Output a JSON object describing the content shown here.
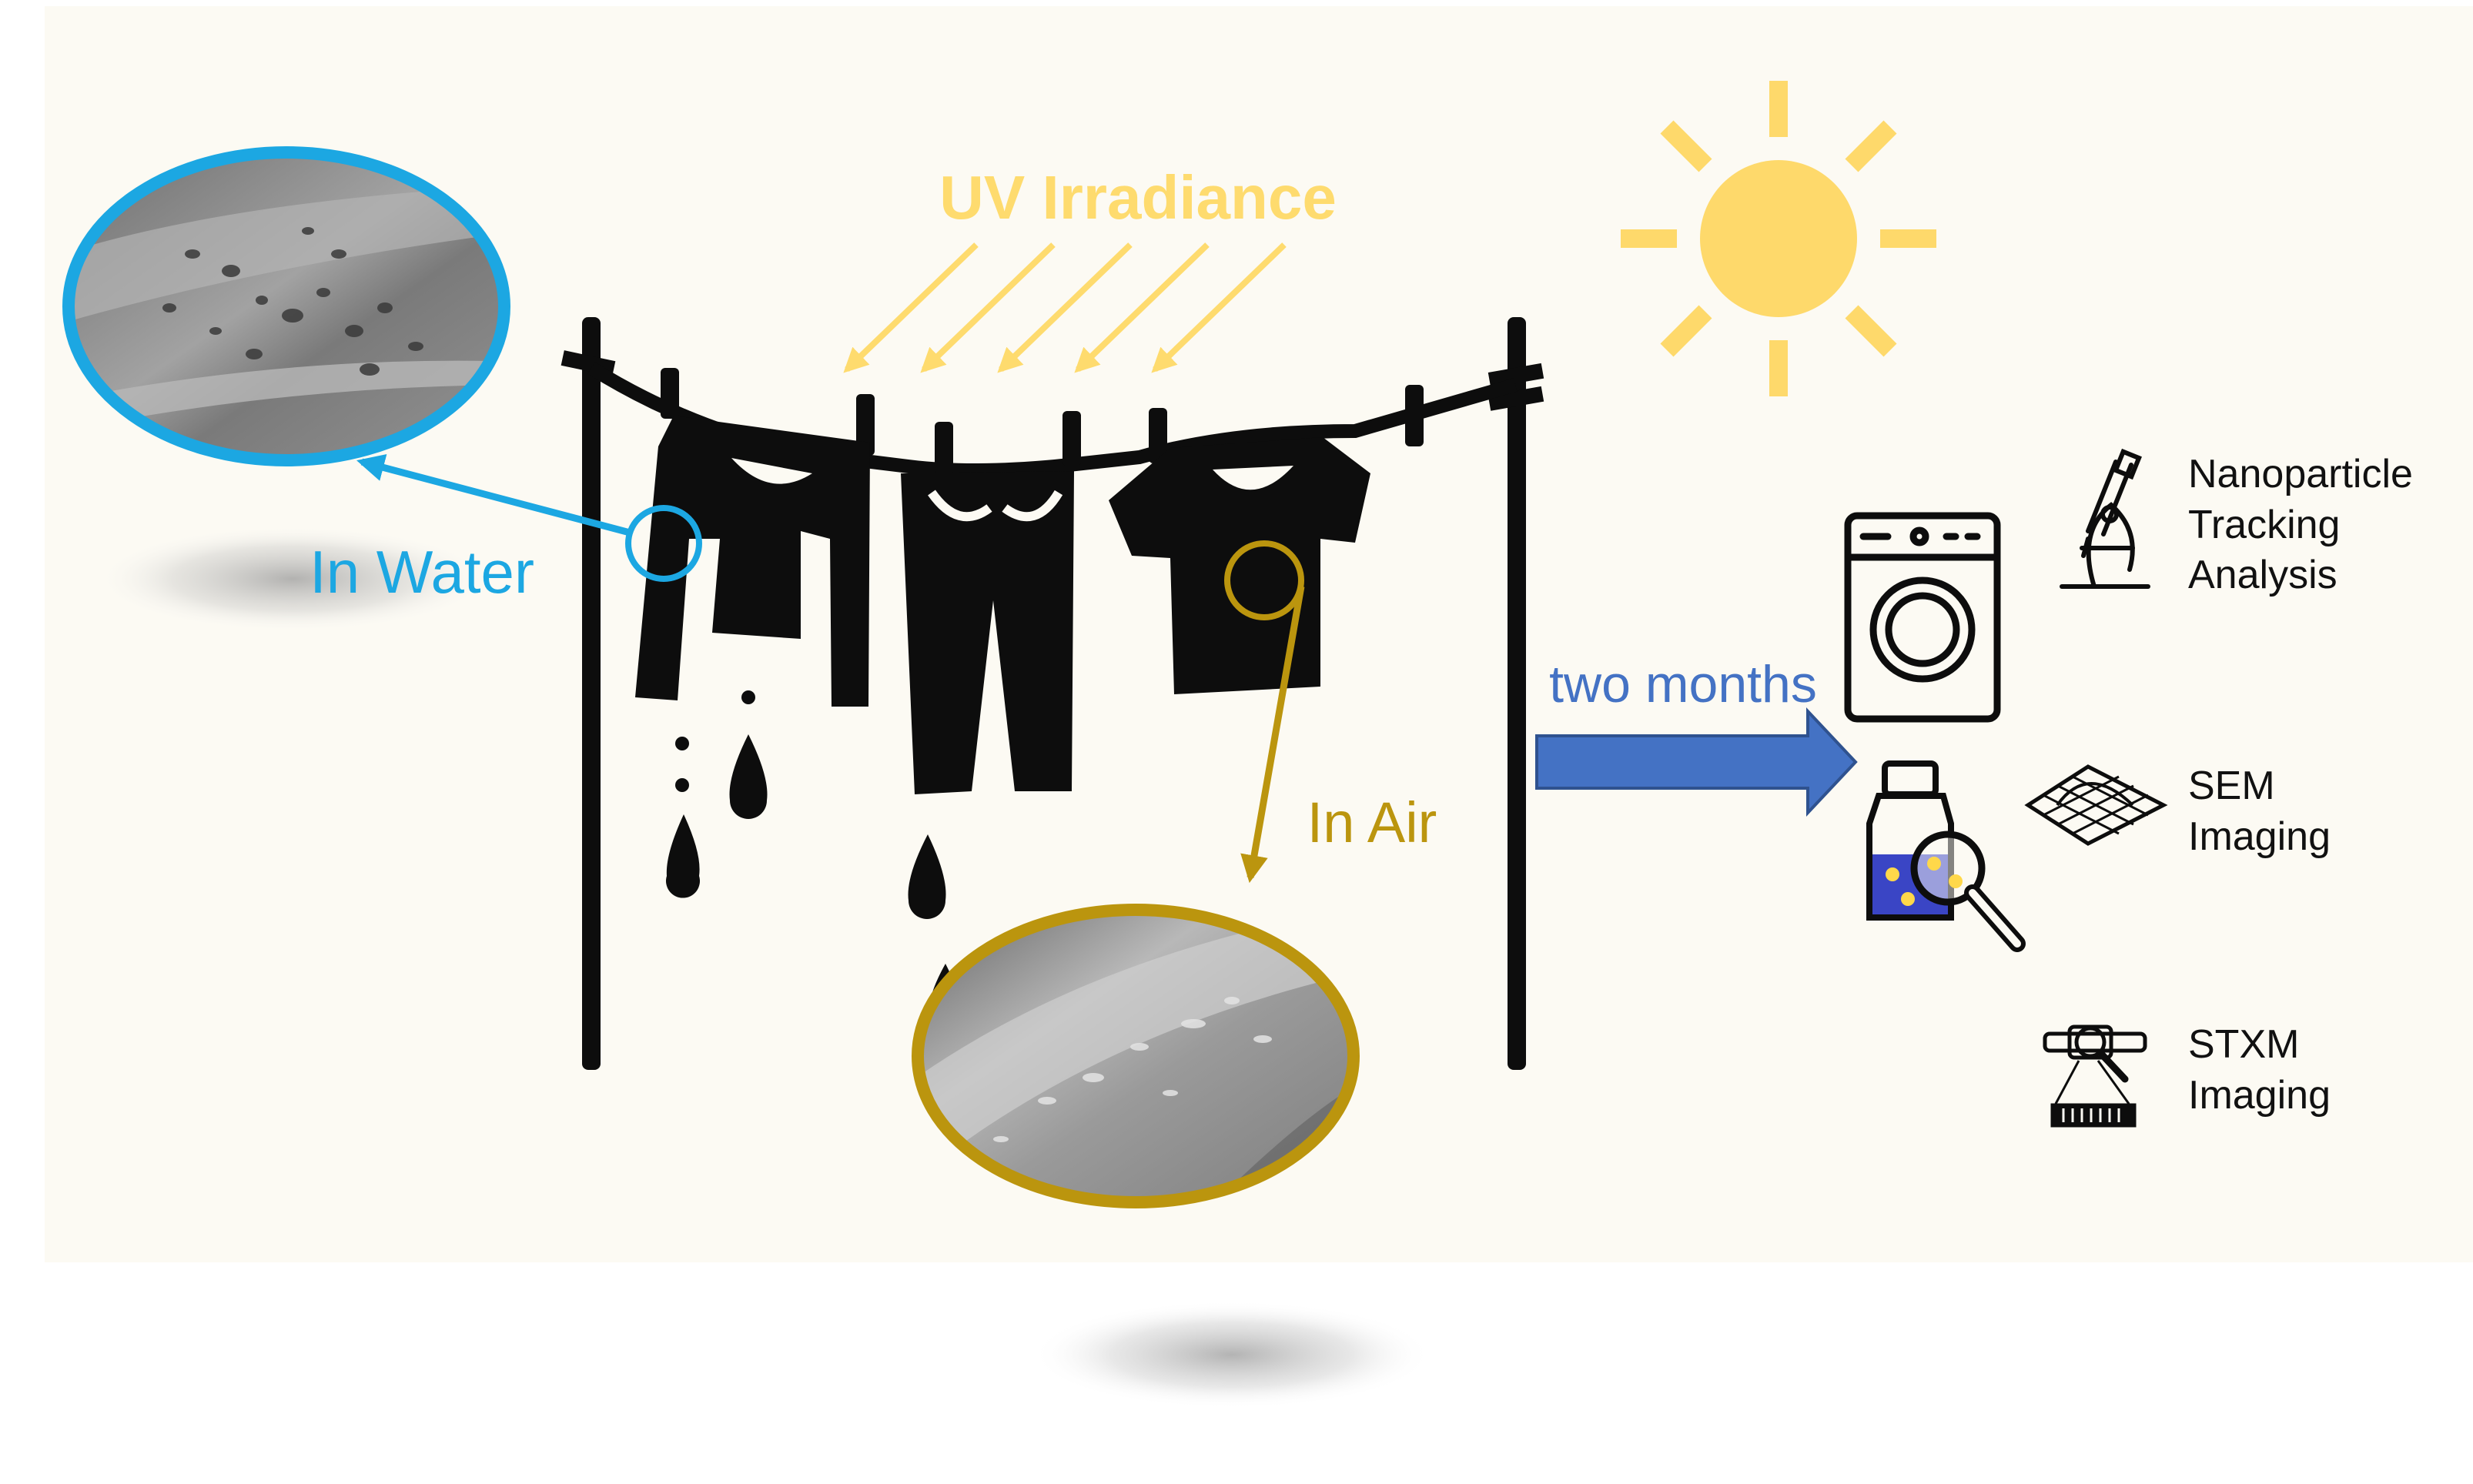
{
  "labels": {
    "uv": "UV Irradiance",
    "water": "In Water",
    "air": "In Air",
    "duration": "two months",
    "nta": [
      "Nanoparticle",
      "Tracking",
      "Analysis"
    ],
    "sem": [
      "SEM",
      "Imaging"
    ],
    "stxm": [
      "STXM",
      "Imaging"
    ]
  },
  "colors": {
    "background": "#fcfaf3",
    "uv": "#fedb6e",
    "sun": "#fed96b",
    "water": "#1ca7e2",
    "air": "#bb950e",
    "arrow_blue": "#4472c4",
    "figure": "#0d0d0d",
    "sem_gray": "#8f8f8f"
  },
  "icons": {
    "sun": "sun-icon",
    "clothesline": "clothesline-icon",
    "washing_machine": "washing-machine-icon",
    "sample_bottle": "sample-bottle-magnifier-icon",
    "microscope": "microscope-icon",
    "sem": "sem-mesh-icon",
    "stxm": "stxm-icon"
  }
}
